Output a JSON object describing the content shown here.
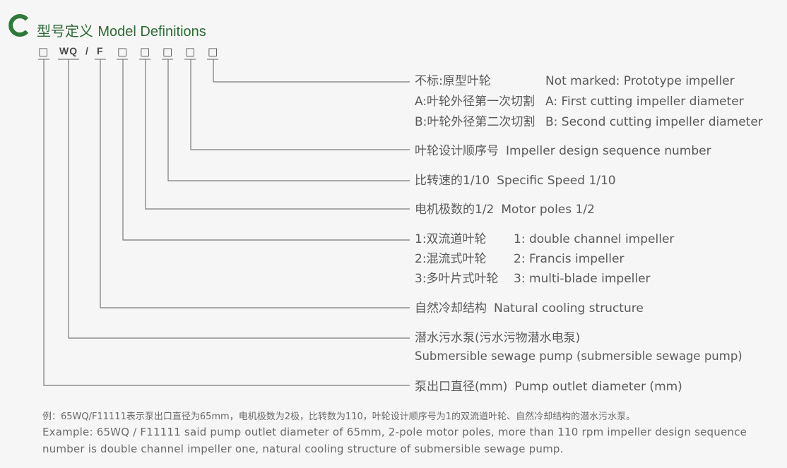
{
  "header": {
    "title_cn": "型号定义",
    "title_en": "Model Definitions",
    "accent_color": "#2f7a3a",
    "icon": "c-ring-icon"
  },
  "model_code": {
    "seg_outlet": "□",
    "seg_wq": "WQ",
    "seg_slash": "/",
    "seg_f": "F",
    "seg_impeller": "□",
    "seg_poles": "□",
    "seg_speed": "□",
    "seg_sequence": "□",
    "seg_cutting": "□"
  },
  "definitions": {
    "cutting": {
      "l1_cn": "不标:原型叶轮",
      "l1_en": "Not marked: Prototype impeller",
      "l2_cn": "A:叶轮外径第一次切割",
      "l2_en": "A: First cutting impeller diameter",
      "l3_cn": "B:叶轮外径第二次切割",
      "l3_en": "B: Second cutting impeller diameter"
    },
    "sequence": {
      "cn": "叶轮设计顺序号",
      "en": "Impeller design sequence number"
    },
    "speed": {
      "cn": "比转速的1/10",
      "en": "Specific Speed 1/10"
    },
    "poles": {
      "cn": "电机极数的1/2",
      "en": "Motor poles 1/2"
    },
    "impeller": {
      "l1_cn": "1:双流道叶轮",
      "l1_en": "1: double channel impeller",
      "l2_cn": "2:混流式叶轮",
      "l2_en": "2: Francis impeller",
      "l3_cn": "3:多叶片式叶轮",
      "l3_en": "3: multi-blade impeller"
    },
    "cooling": {
      "cn": "自然冷却结构",
      "en": "Natural cooling structure"
    },
    "pump": {
      "cn": "潜水污水泵(污水污物潜水电泵)",
      "en": "Submersible sewage pump (submersible sewage pump)"
    },
    "outlet": {
      "cn": "泵出口直径(mm)",
      "en": "Pump outlet diameter (mm)"
    }
  },
  "example": {
    "cn": "例：65WQ/F11111表示泵出口直径为65mm，电机极数为2极，比转数为110，叶轮设计顺序号为1的双流道叶轮、自然冷却结构的潜水污水泵。",
    "en_line1": "Example: 65WQ / F11111 said pump outlet diameter of 65mm, 2-pole motor poles, more than 110 rpm impeller design sequence",
    "en_line2": "number is double channel impeller one, natural cooling structure of submersible sewage pump."
  }
}
